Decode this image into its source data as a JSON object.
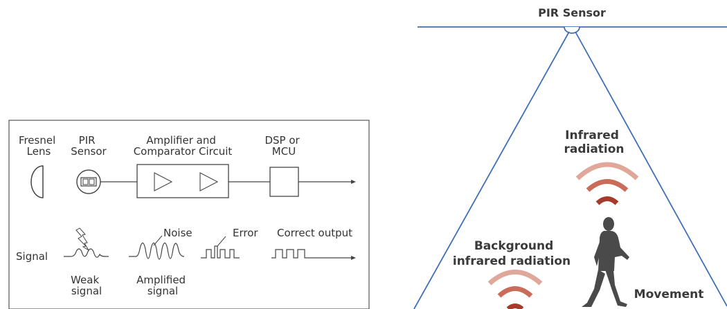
{
  "block_diagram": {
    "fresnel_label": [
      "Fresnel",
      "Lens"
    ],
    "pir_label": [
      "PIR",
      "Sensor"
    ],
    "amp_label": [
      "Amplifier and",
      "Comparator Circuit"
    ],
    "dsp_label": [
      "DSP or",
      "MCU"
    ],
    "signal_label": "Signal",
    "weak_label": [
      "Weak",
      "signal"
    ],
    "amplified_label": [
      "Amplified",
      "signal"
    ],
    "noise_label": "Noise",
    "error_label": "Error",
    "correct_label": "Correct output"
  },
  "scene": {
    "sensor_label": "PIR Sensor",
    "infrared_label": [
      "Infrared",
      "radiation"
    ],
    "background_label": [
      "Background",
      "infrared radiation"
    ],
    "movement_label": "Movement",
    "colors": {
      "line_blue": "#3f6fb5",
      "wave_light": "#e0a89a",
      "wave_mid": "#c96c5a",
      "wave_dark": "#a53b2a",
      "person": "#4a4a4a"
    }
  }
}
